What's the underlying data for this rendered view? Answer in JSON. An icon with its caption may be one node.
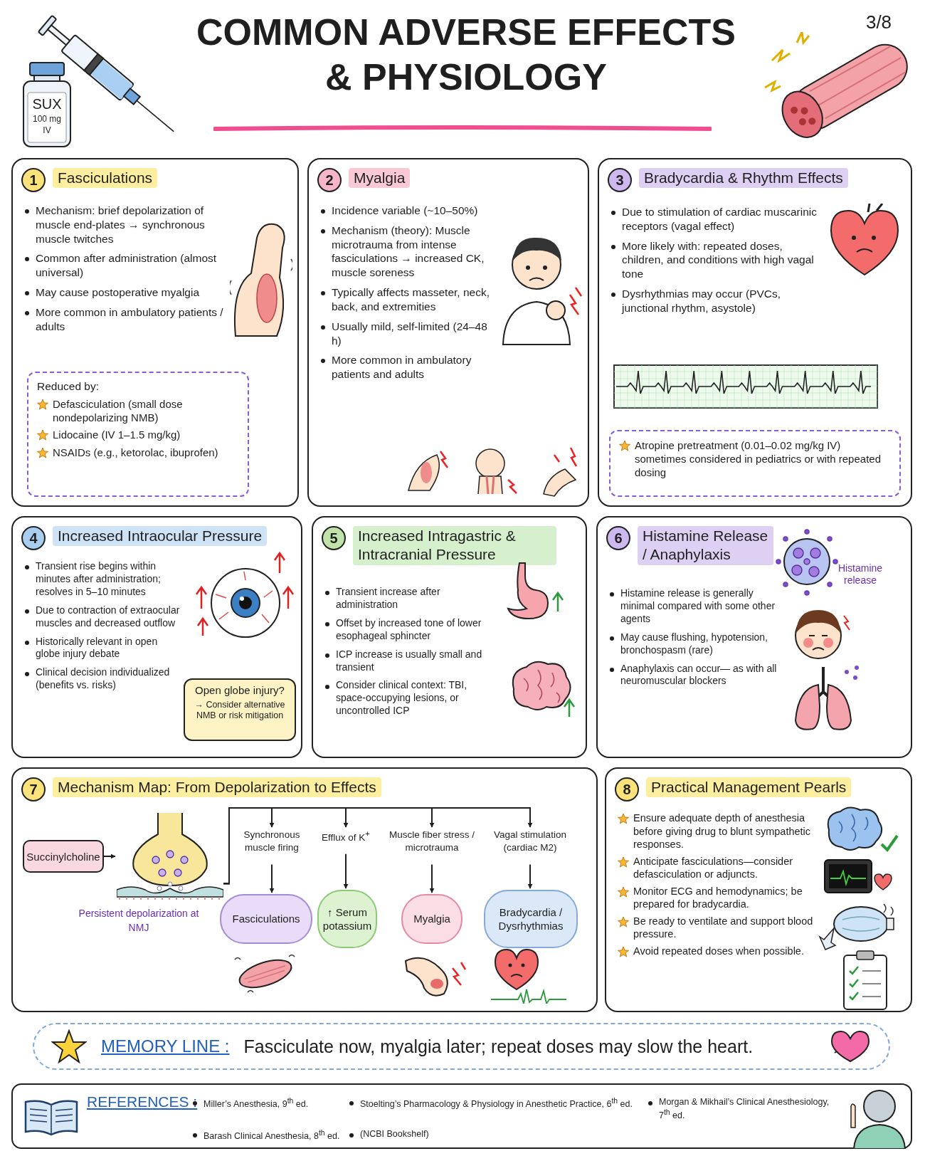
{
  "diagram": {
    "title": "COMMON ADVERSE EFFECTS & PHYSIOLOGY",
    "nodes": [
      {
        "text": [
          "1",
          "Fasciculations",
          "Mechanism: brief depolarization of muscle end-plates → synchronous muscle twitches",
          "Common after administration (almost universal)",
          "May cause postoperative myalgia",
          "More common in ambulatory patients / adults"
        ]
      },
      {
        "text": [
          "Reduced by:",
          "Defasciculation (small dose nondepolarizing NMB)",
          "Lidocaine (IV 1–1.5 mg/kg)",
          "NSAIDs (e.g., ketorolac, ibuprofen)"
        ],
        "in": 0
      },
      {
        "text": [
          "2",
          "Myalgia",
          "Incidence variable (~10–50%)",
          "Mechanism (theory): Muscle microtrauma from intense fasciculations → increased CK, muscle soreness",
          "Typically affects masseter, neck, back, and extremities",
          "Usually mild, self-limited (24–48 h)",
          "More common in ambulatory patients and adults"
        ]
      },
      {
        "text": [
          "3",
          "Bradycardia & Rhythm Effects",
          "Due to stimulation of cardiac muscarinic receptors (vagal effect)",
          "More likely with: repeated doses, children, and conditions with high vagal tone",
          "Dysrhythmias may occur (PVCs, junctional rhythm, asystole)"
        ]
      },
      {
        "text": [
          "Atropine pretreatment (0.01–0.02 mg/kg IV) sometimes considered in pediatrics or with repeated dosing"
        ],
        "in": 3
      },
      {
        "text": [
          "4",
          "Increased Intraocular Pressure",
          "Transient rise begins within minutes after administration; resolves in 5–10 minutes",
          "Due to contraction of extraocular muscles and decreased outflow",
          "Historically relevant in open globe injury debate",
          "Clinical decision individualized (benefits vs. risks)"
        ]
      },
      {
        "text": [
          "Open globe injury?",
          "→ Consider alternative NMB or risk mitigation"
        ],
        "in": 5
      },
      {
        "text": [
          "5",
          "Increased Intragastric & Intracranial Pressure",
          "Transient increase after administration",
          "Offset by increased tone of lower esophageal sphincter",
          "ICP increase is usually small and transient",
          "Consider clinical context: TBI, space-occupying lesions, or uncontrolled ICP"
        ]
      },
      {
        "text": [
          "6",
          "Histamine Release / Anaphylaxis",
          "Histamine release is generally minimal compared with some other agents",
          "May cause flushing, hypotension, bronchospasm (rare)",
          "Anaphylaxis can occur— as with all neuromuscular blockers"
        ]
      },
      {
        "text": [
          "7",
          "Mechanism Map: From Depolarization to Effects"
        ]
      },
      {
        "text": [
          "Succinylcholine"
        ],
        "in": 9
      },
      {
        "text": [],
        "shape": "picture",
        "beside": [
          "Persistent depolarization at NMJ"
        ],
        "in": 9
      },
      {
        "text": [
          "Synchronous muscle firing"
        ],
        "in": 9
      },
      {
        "text": [
          "Efflux of K$^{+}$"
        ],
        "in": 9
      },
      {
        "text": [
          "Muscle fiber stress / microtrauma"
        ],
        "in": 9
      },
      {
        "text": [
          "Vagal stimulation (cardiac M2)"
        ],
        "in": 9
      },
      {
        "text": [
          "Fasciculations"
        ],
        "in": 9
      },
      {
        "text": [
          "↑ Serum potassium"
        ],
        "in": 9
      },
      {
        "text": [
          "Myalgia"
        ],
        "in": 9
      },
      {
        "text": [
          "Bradycardia / Dysrhythmias"
        ],
        "in": 9
      },
      {
        "text": [
          "8",
          "Practical Management Pearls",
          "Ensure adequate depth of anesthesia before giving drug to blunt sympathetic responses.",
          "Anticipate fasciculations—consider defasciculation or adjuncts.",
          "Monitor ECG and hemodynamics; be prepared for bradycardia.",
          "Be ready to ventilate and support blood pressure.",
          "Avoid repeated doses when possible."
        ]
      },
      {
        "text": [
          "MEMORY LINE :",
          "Fasciculate now, myalgia later; repeat doses may slow the heart."
        ]
      },
      {
        "text": [
          "REFERENCES :",
          "Miller’s Anesthesia, 9$^{th}$ ed.",
          "Stoelting’s Pharmacology & Physiology in Anesthetic Practice, 6$^{th}$ ed.",
          "Morgan & Mikhail’s Clinical Anesthesiology, 7$^{th}$ ed.",
          "Barash Clinical Anesthesia, 8$^{th}$ ed.",
          "(NCBI Bookshelf)"
        ]
      }
    ],
    "edges": [
      {
        "from": 10,
        "to": 11,
        "arrow": "to"
      },
      {
        "from": 11,
        "to": 12,
        "arrow": "to"
      },
      {
        "from": 11,
        "to": 13,
        "arrow": "to"
      },
      {
        "from": 11,
        "to": 14,
        "arrow": "to"
      },
      {
        "from": 11,
        "to": 15,
        "arrow": "to"
      },
      {
        "from": 12,
        "to": 16,
        "arrow": "to"
      },
      {
        "from": 13,
        "to": 17,
        "arrow": "to"
      },
      {
        "from": 14,
        "to": 18,
        "arrow": "to"
      },
      {
        "from": 15,
        "to": 19,
        "arrow": "to"
      }
    ],
    "labels": [
      "3/8",
      "SUX",
      "100 mg",
      "IV",
      "Histamine release"
    ]
  }
}
